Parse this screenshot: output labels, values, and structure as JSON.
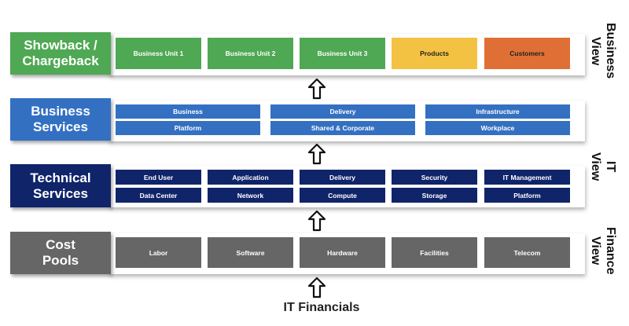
{
  "colors": {
    "showback": "#4fa853",
    "business_services": "#3470c2",
    "technical_services": "#10246a",
    "cost_pools": "#666666",
    "products": "#f4c242",
    "customers": "#e06f36"
  },
  "rows": [
    {
      "label": "Showback /\nChargeback",
      "items": [
        "Business Unit 1",
        "Business Unit 2",
        "Business Unit 3",
        "Products",
        "Customers"
      ]
    },
    {
      "label": "Business\nServices",
      "items": [
        "Business",
        "Delivery",
        "Infrastructure",
        "Platform",
        "Shared & Corporate",
        "Workplace"
      ]
    },
    {
      "label": "Technical\nServices",
      "items": [
        "End User",
        "Application",
        "Delivery",
        "Security",
        "IT Management",
        "Data Center",
        "Network",
        "Compute",
        "Storage",
        "Platform"
      ]
    },
    {
      "label": "Cost\nPools",
      "items": [
        "Labor",
        "Software",
        "Hardware",
        "Facilities",
        "Telecom"
      ]
    }
  ],
  "views": [
    {
      "line1": "Business",
      "line2": "View"
    },
    {
      "line1": "IT",
      "line2": "View"
    },
    {
      "line1": "Finance",
      "line2": "View"
    }
  ],
  "footer": "IT Financials",
  "icons": {
    "arrow": "up-arrow-outline-icon"
  }
}
